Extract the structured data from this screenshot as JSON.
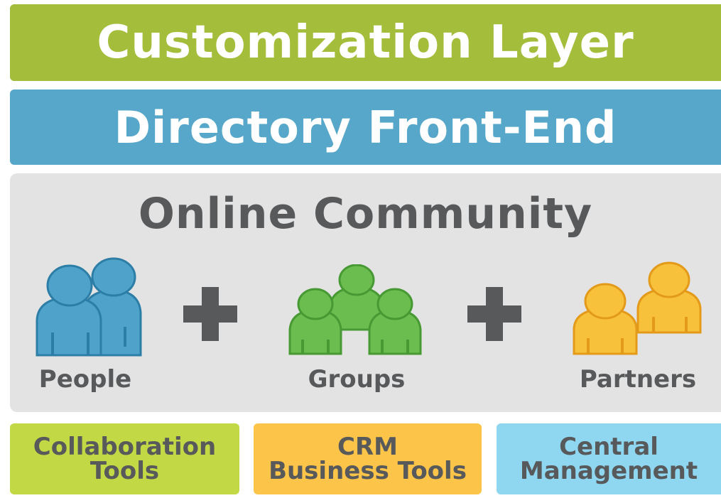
{
  "layers": {
    "customization": "Customization Layer",
    "directory": "Directory Front-End"
  },
  "community": {
    "title": "Online Community",
    "members": [
      {
        "label": "People",
        "icon": "people-icon",
        "color": "#4fa3cb"
      },
      {
        "label": "Groups",
        "icon": "groups-icon",
        "color": "#6cbd4f"
      },
      {
        "label": "Partners",
        "icon": "partners-icon",
        "color": "#f8c13b"
      }
    ]
  },
  "tools": [
    {
      "line1": "Collaboration",
      "line2": "Tools",
      "color": "#c2d945"
    },
    {
      "line1": "CRM",
      "line2": "Business Tools",
      "color": "#fcc449"
    },
    {
      "line1": "Central",
      "line2": "Management",
      "color": "#8fd6f1"
    }
  ],
  "colors": {
    "customization_band": "#a4bd3b",
    "directory_band": "#56a7c9",
    "community_bg": "#e3e3e3",
    "text_dark": "#57595b"
  }
}
